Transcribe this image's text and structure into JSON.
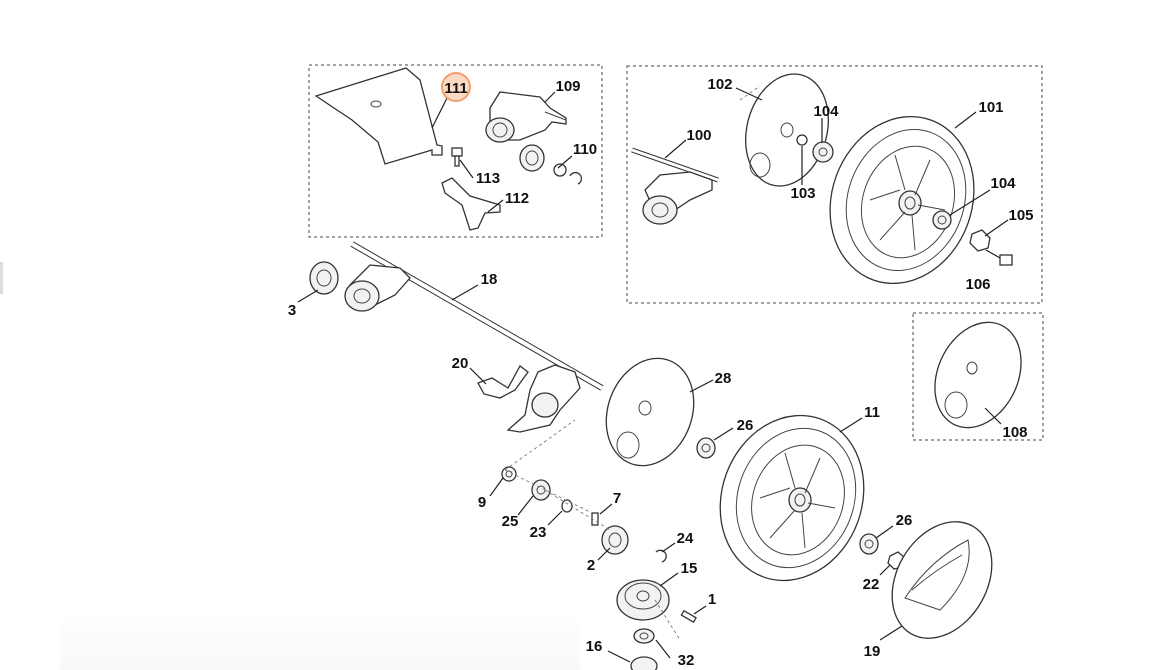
{
  "diagram": {
    "highlight_color": "#f0a070",
    "highlight_fill": "#fbd9c2",
    "highlighted_part": "111",
    "labels": {
      "p1": "1",
      "p2": "2",
      "p3": "3",
      "p7": "7",
      "p9": "9",
      "p11": "11",
      "p15": "15",
      "p16": "16",
      "p18": "18",
      "p19": "19",
      "p20": "20",
      "p22": "22",
      "p23": "23",
      "p24": "24",
      "p25": "25",
      "p26a": "26",
      "p26b": "26",
      "p28": "28",
      "p32": "32",
      "p100": "100",
      "p101": "101",
      "p102": "102",
      "p103": "103",
      "p104a": "104",
      "p104b": "104",
      "p105": "105",
      "p106": "106",
      "p108": "108",
      "p109": "109",
      "p110": "110",
      "p111": "111",
      "p112": "112",
      "p113": "113"
    }
  }
}
